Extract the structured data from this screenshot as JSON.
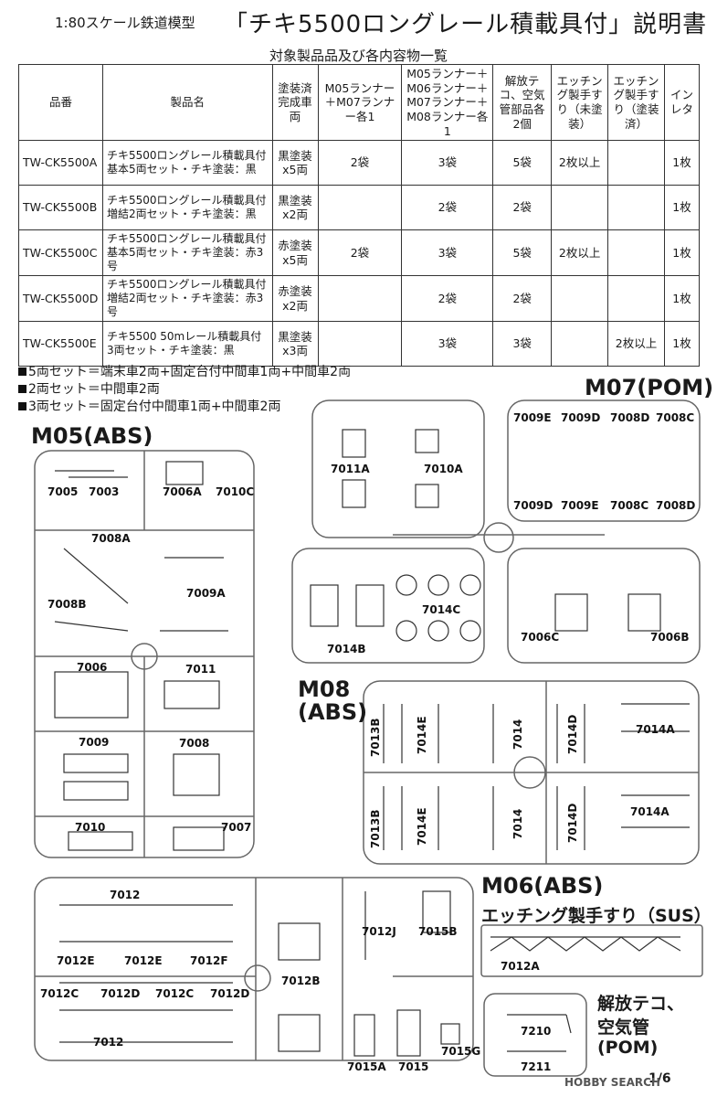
{
  "header": {
    "scale_label": "1:80スケール鉄道模型",
    "title": "「チキ5500ロングレール積載具付」説明書"
  },
  "table": {
    "caption": "対象製品品及び各内容物一覧",
    "headers": [
      "品番",
      "製品名",
      "塗装済完成車両",
      "M05ランナー＋M07ランナー各1",
      "M05ランナー＋M06ランナー＋M07ランナー＋M08ランナー各1",
      "解放テコ、空気管部品各2個",
      "エッチング製手すり（未塗装）",
      "エッチング製手すり（塗装済）",
      "インレタ"
    ],
    "rows": [
      [
        "TW-CK5500A",
        "チキ5500ロングレール積載具付基本5両セット・チキ塗装：黒",
        "黒塗装x5両",
        "2袋",
        "3袋",
        "5袋",
        "2枚以上",
        "",
        "1枚"
      ],
      [
        "TW-CK5500B",
        "チキ5500ロングレール積載具付増結2両セット・チキ塗装：黒",
        "黒塗装x2両",
        "",
        "2袋",
        "2袋",
        "",
        "",
        "1枚"
      ],
      [
        "TW-CK5500C",
        "チキ5500ロングレール積載具付基本5両セット・チキ塗装：赤3号",
        "赤塗装x5両",
        "2袋",
        "3袋",
        "5袋",
        "2枚以上",
        "",
        "1枚"
      ],
      [
        "TW-CK5500D",
        "チキ5500ロングレール積載具付増結2両セット・チキ塗装：赤3号",
        "赤塗装x2両",
        "",
        "2袋",
        "2袋",
        "",
        "",
        "1枚"
      ],
      [
        "TW-CK5500E",
        "チキ5500 50mレール積載具付3両セット・チキ塗装：黒",
        "黒塗装x3両",
        "",
        "3袋",
        "3袋",
        "",
        "2枚以上",
        "1枚"
      ]
    ]
  },
  "notes": [
    "5両セット＝端末車2両+固定台付中間車1両+中間車2両",
    "2両セット＝中間車2両",
    "3両セット＝固定台付中間車1両+中間車2両"
  ],
  "runners": {
    "m05": {
      "title": "M05(ABS)",
      "parts": [
        "7005",
        "7003",
        "7006A",
        "7010C",
        "7008A",
        "7009A",
        "7008B",
        "7006",
        "7011",
        "7009",
        "7008",
        "7010",
        "7007"
      ]
    },
    "m07": {
      "title": "M07(POM)",
      "parts": [
        "7011A",
        "7010A",
        "7009E",
        "7009D",
        "7008D",
        "7008C",
        "7009D",
        "7009E",
        "7008C",
        "7008D",
        "7014C",
        "7014B",
        "7006C",
        "7006B"
      ]
    },
    "m08": {
      "title_line1": "M08",
      "title_line2": "(ABS)",
      "parts": [
        "7013B",
        "7014E",
        "7014",
        "7014D",
        "7014A",
        "7013B",
        "7014E",
        "7014",
        "7014D",
        "7014A"
      ]
    },
    "m06": {
      "title": "M06(ABS)",
      "parts": [
        "7012",
        "7012E",
        "7012E",
        "7012F",
        "7012C",
        "7012D",
        "7012C",
        "7012D",
        "7012",
        "7012J",
        "7012B",
        "7015B",
        "7015A",
        "7015",
        "7015G"
      ]
    },
    "etching": {
      "title": "エッチング製手すり（SUS）",
      "part": "7012A"
    },
    "lever": {
      "title_line1": "解放テコ、",
      "title_line2": "空気管",
      "title_line3": "(POM)",
      "parts": [
        "7210",
        "7211"
      ]
    }
  },
  "footer": {
    "page": "1/6",
    "watermark": "HOBBY SEARCH"
  },
  "colors": {
    "frame": "#777777",
    "text": "#1a1a1a"
  }
}
